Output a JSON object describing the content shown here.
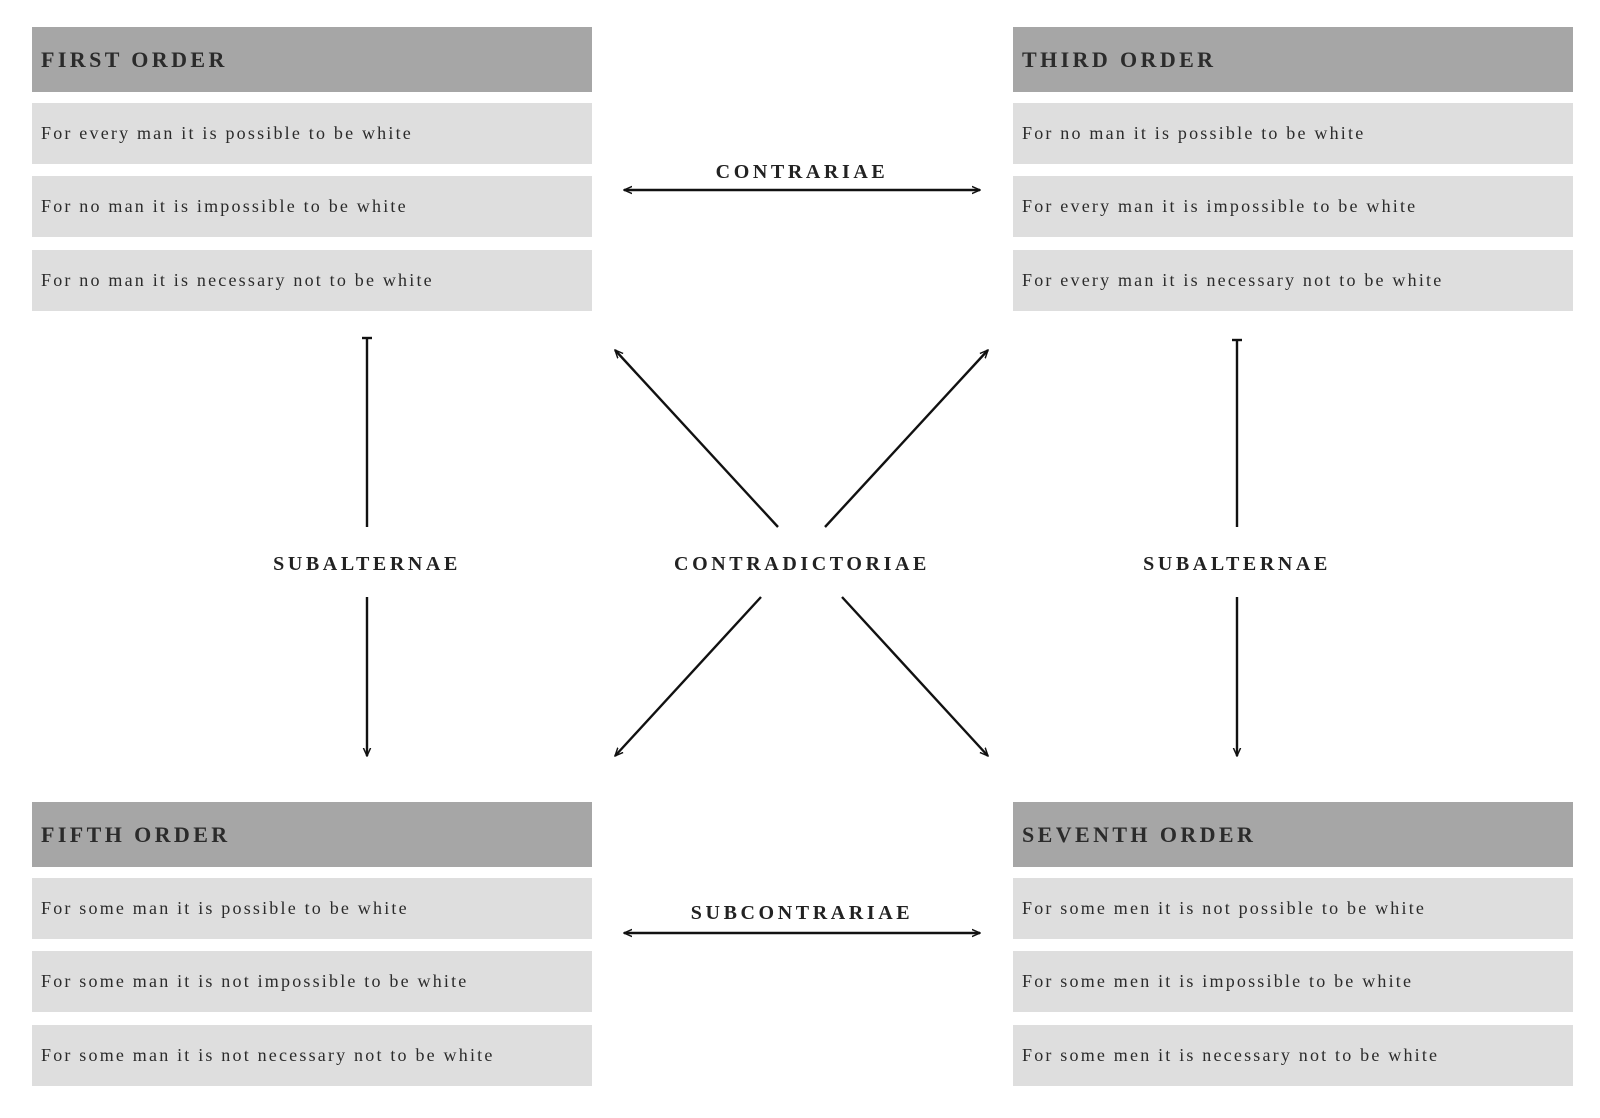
{
  "panels": {
    "first": {
      "title": "FIRST ORDER",
      "rows": [
        "For every man it is possible to be white",
        "For no man it is impossible to be white",
        "For no man it is necessary not to be white"
      ]
    },
    "third": {
      "title": "THIRD ORDER",
      "rows": [
        "For no man it is possible to be white",
        "For every man it is impossible to be white",
        "For every man it is necessary not to be white"
      ]
    },
    "fifth": {
      "title": "FIFTH ORDER",
      "rows": [
        "For some man it is possible to be white",
        "For some man it is not impossible to be white",
        "For some man it is not necessary not to be white"
      ]
    },
    "seventh": {
      "title": "SEVENTH ORDER",
      "rows": [
        "For some men it is not possible to be white",
        "For some men it is impossible to be white",
        "For some men it is necessary not to be white"
      ]
    }
  },
  "relations": {
    "contrariae": "CONTRARIAE",
    "subcontrariae": "SUBCONTRARIAE",
    "contradictoriae": "CONTRADICTORIAE",
    "subalternae_left": "SUBALTERNAE",
    "subalternae_right": "SUBALTERNAE"
  },
  "colors": {
    "header_fill": "#a6a6a6",
    "row_fill": "#dedede",
    "text": "#222222",
    "arrow": "#111111"
  }
}
